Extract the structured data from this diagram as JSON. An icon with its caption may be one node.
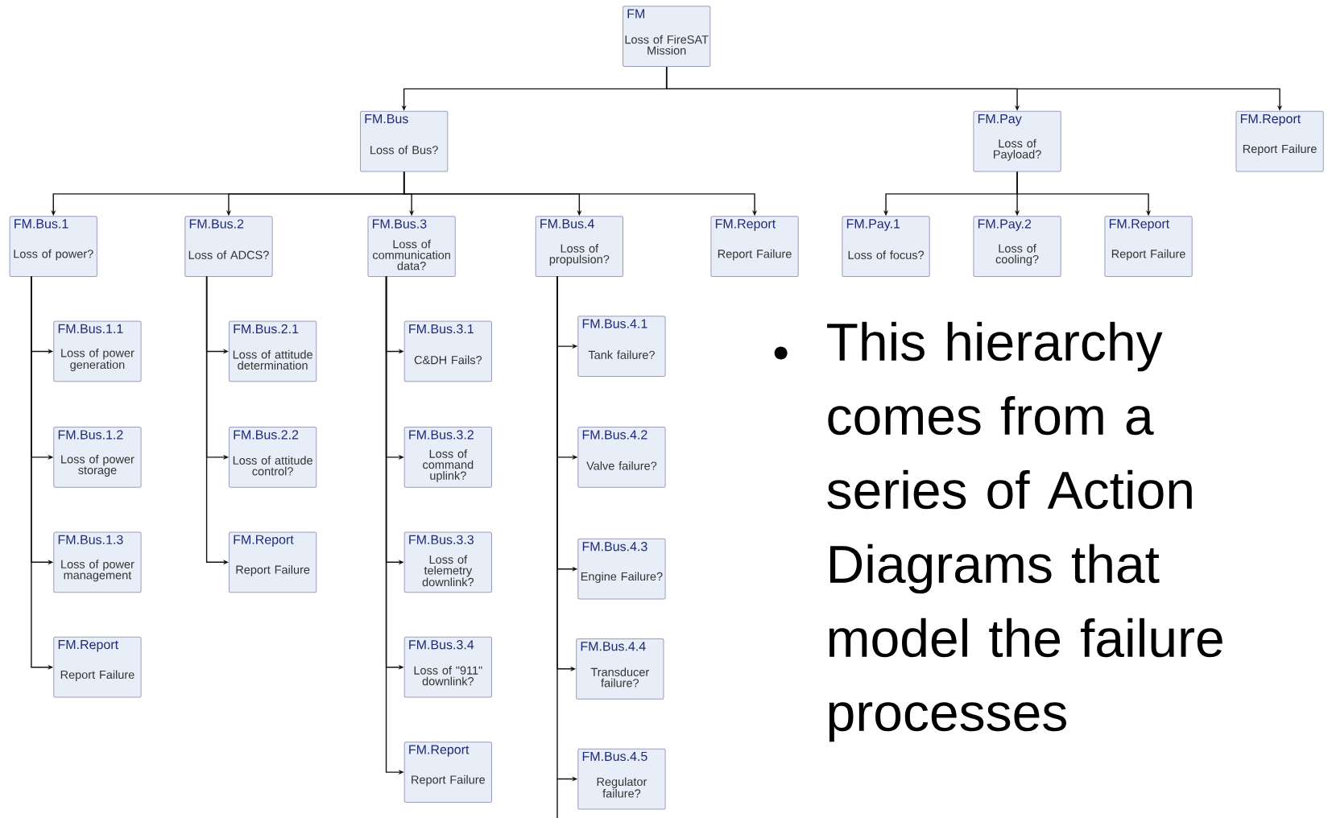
{
  "diagram": {
    "nodes": [
      {
        "text": [
          "FM",
          "Loss of FireSAT Mission"
        ]
      },
      {
        "text": [
          "FM.Bus",
          "Loss of Bus?"
        ]
      },
      {
        "text": [
          "FM.Pay",
          "Loss of Payload?"
        ]
      },
      {
        "text": [
          "FM.Report",
          "Report Failure"
        ]
      },
      {
        "text": [
          "FM.Bus.1",
          "Loss of power?"
        ]
      },
      {
        "text": [
          "FM.Bus.2",
          "Loss of ADCS?"
        ]
      },
      {
        "text": [
          "FM.Bus.3",
          "Loss of communication data?"
        ]
      },
      {
        "text": [
          "FM.Bus.4",
          "Loss of propulsion?"
        ]
      },
      {
        "text": [
          "FM.Report",
          "Report Failure"
        ]
      },
      {
        "text": [
          "FM.Pay.1",
          "Loss of focus?"
        ]
      },
      {
        "text": [
          "FM.Pay.2",
          "Loss of cooling?"
        ]
      },
      {
        "text": [
          "FM.Report",
          "Report Failure"
        ]
      },
      {
        "text": [
          "FM.Bus.1.1",
          "Loss of power generation"
        ]
      },
      {
        "text": [
          "FM.Bus.1.2",
          "Loss of power storage"
        ]
      },
      {
        "text": [
          "FM.Bus.1.3",
          "Loss of power management"
        ]
      },
      {
        "text": [
          "FM.Report",
          "Report Failure"
        ]
      },
      {
        "text": [
          "FM.Bus.2.1",
          "Loss of attitude determination"
        ]
      },
      {
        "text": [
          "FM.Bus.2.2",
          "Loss of attitude control?"
        ]
      },
      {
        "text": [
          "FM.Report",
          "Report Failure"
        ]
      },
      {
        "text": [
          "FM.Bus.3.1",
          "C&DH Fails?"
        ]
      },
      {
        "text": [
          "FM.Bus.3.2",
          "Loss of command uplink?"
        ]
      },
      {
        "text": [
          "FM.Bus.3.3",
          "Loss of telemetry downlink?"
        ]
      },
      {
        "text": [
          "FM.Bus.3.4",
          "Loss of \"911\" downlink?"
        ]
      },
      {
        "text": [
          "FM.Report",
          "Report Failure"
        ]
      },
      {
        "text": [
          "FM.Bus.4.1",
          "Tank failure?"
        ]
      },
      {
        "text": [
          "FM.Bus.4.2",
          "Valve failure?"
        ]
      },
      {
        "text": [
          "FM.Bus.4.3",
          "Engine Failure?"
        ]
      },
      {
        "text": [
          "FM.Bus.4.4",
          "Transducer failure?"
        ]
      },
      {
        "text": [
          "FM.Bus.4.5",
          "Regulator failure?"
        ]
      }
    ],
    "edges": [
      {
        "from": 0,
        "to": 1,
        "arrow": "to"
      },
      {
        "from": 0,
        "to": 2,
        "arrow": "to"
      },
      {
        "from": 0,
        "to": 3,
        "arrow": "to"
      },
      {
        "from": 1,
        "to": 4,
        "arrow": "to"
      },
      {
        "from": 1,
        "to": 5,
        "arrow": "to"
      },
      {
        "from": 1,
        "to": 6,
        "arrow": "to"
      },
      {
        "from": 1,
        "to": 7,
        "arrow": "to"
      },
      {
        "from": 1,
        "to": 8,
        "arrow": "to"
      },
      {
        "from": 2,
        "to": 9,
        "arrow": "to"
      },
      {
        "from": 2,
        "to": 10,
        "arrow": "to"
      },
      {
        "from": 2,
        "to": 11,
        "arrow": "to"
      },
      {
        "from": 4,
        "to": 12,
        "arrow": "to"
      },
      {
        "from": 4,
        "to": 13,
        "arrow": "to"
      },
      {
        "from": 4,
        "to": 14,
        "arrow": "to"
      },
      {
        "from": 4,
        "to": 15,
        "arrow": "to"
      },
      {
        "from": 5,
        "to": 16,
        "arrow": "to"
      },
      {
        "from": 5,
        "to": 17,
        "arrow": "to"
      },
      {
        "from": 5,
        "to": 18,
        "arrow": "to"
      },
      {
        "from": 6,
        "to": 19,
        "arrow": "to"
      },
      {
        "from": 6,
        "to": 20,
        "arrow": "to"
      },
      {
        "from": 6,
        "to": 21,
        "arrow": "to"
      },
      {
        "from": 6,
        "to": 22,
        "arrow": "to"
      },
      {
        "from": 6,
        "to": 23,
        "arrow": "to"
      },
      {
        "from": 7,
        "to": 24,
        "arrow": "to"
      },
      {
        "from": 7,
        "to": 25,
        "arrow": "to"
      },
      {
        "from": 7,
        "to": 26,
        "arrow": "to"
      },
      {
        "from": 7,
        "to": 27,
        "arrow": "to"
      },
      {
        "from": 7,
        "to": 28,
        "arrow": "to"
      }
    ],
    "labels": [
      "This hierarchy comes from a series of Action Diagrams that model the failure processes"
    ]
  }
}
